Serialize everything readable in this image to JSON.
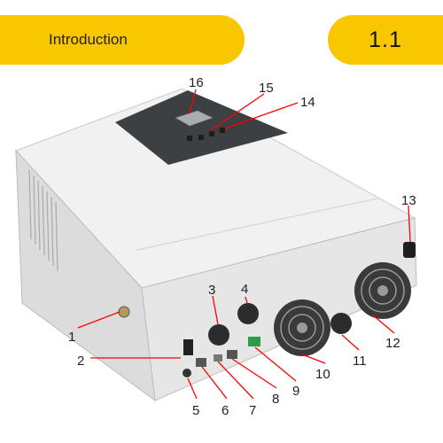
{
  "header": {
    "title": "Introduction",
    "section": "1.1"
  },
  "callouts": [
    "1",
    "2",
    "3",
    "4",
    "5",
    "6",
    "7",
    "8",
    "9",
    "10",
    "11",
    "12",
    "13",
    "14",
    "15",
    "16"
  ],
  "colors": {
    "banner": "#f9c700",
    "housing": "#eeeeee",
    "panel": "#3c3f42",
    "leader": "#ff0000"
  }
}
